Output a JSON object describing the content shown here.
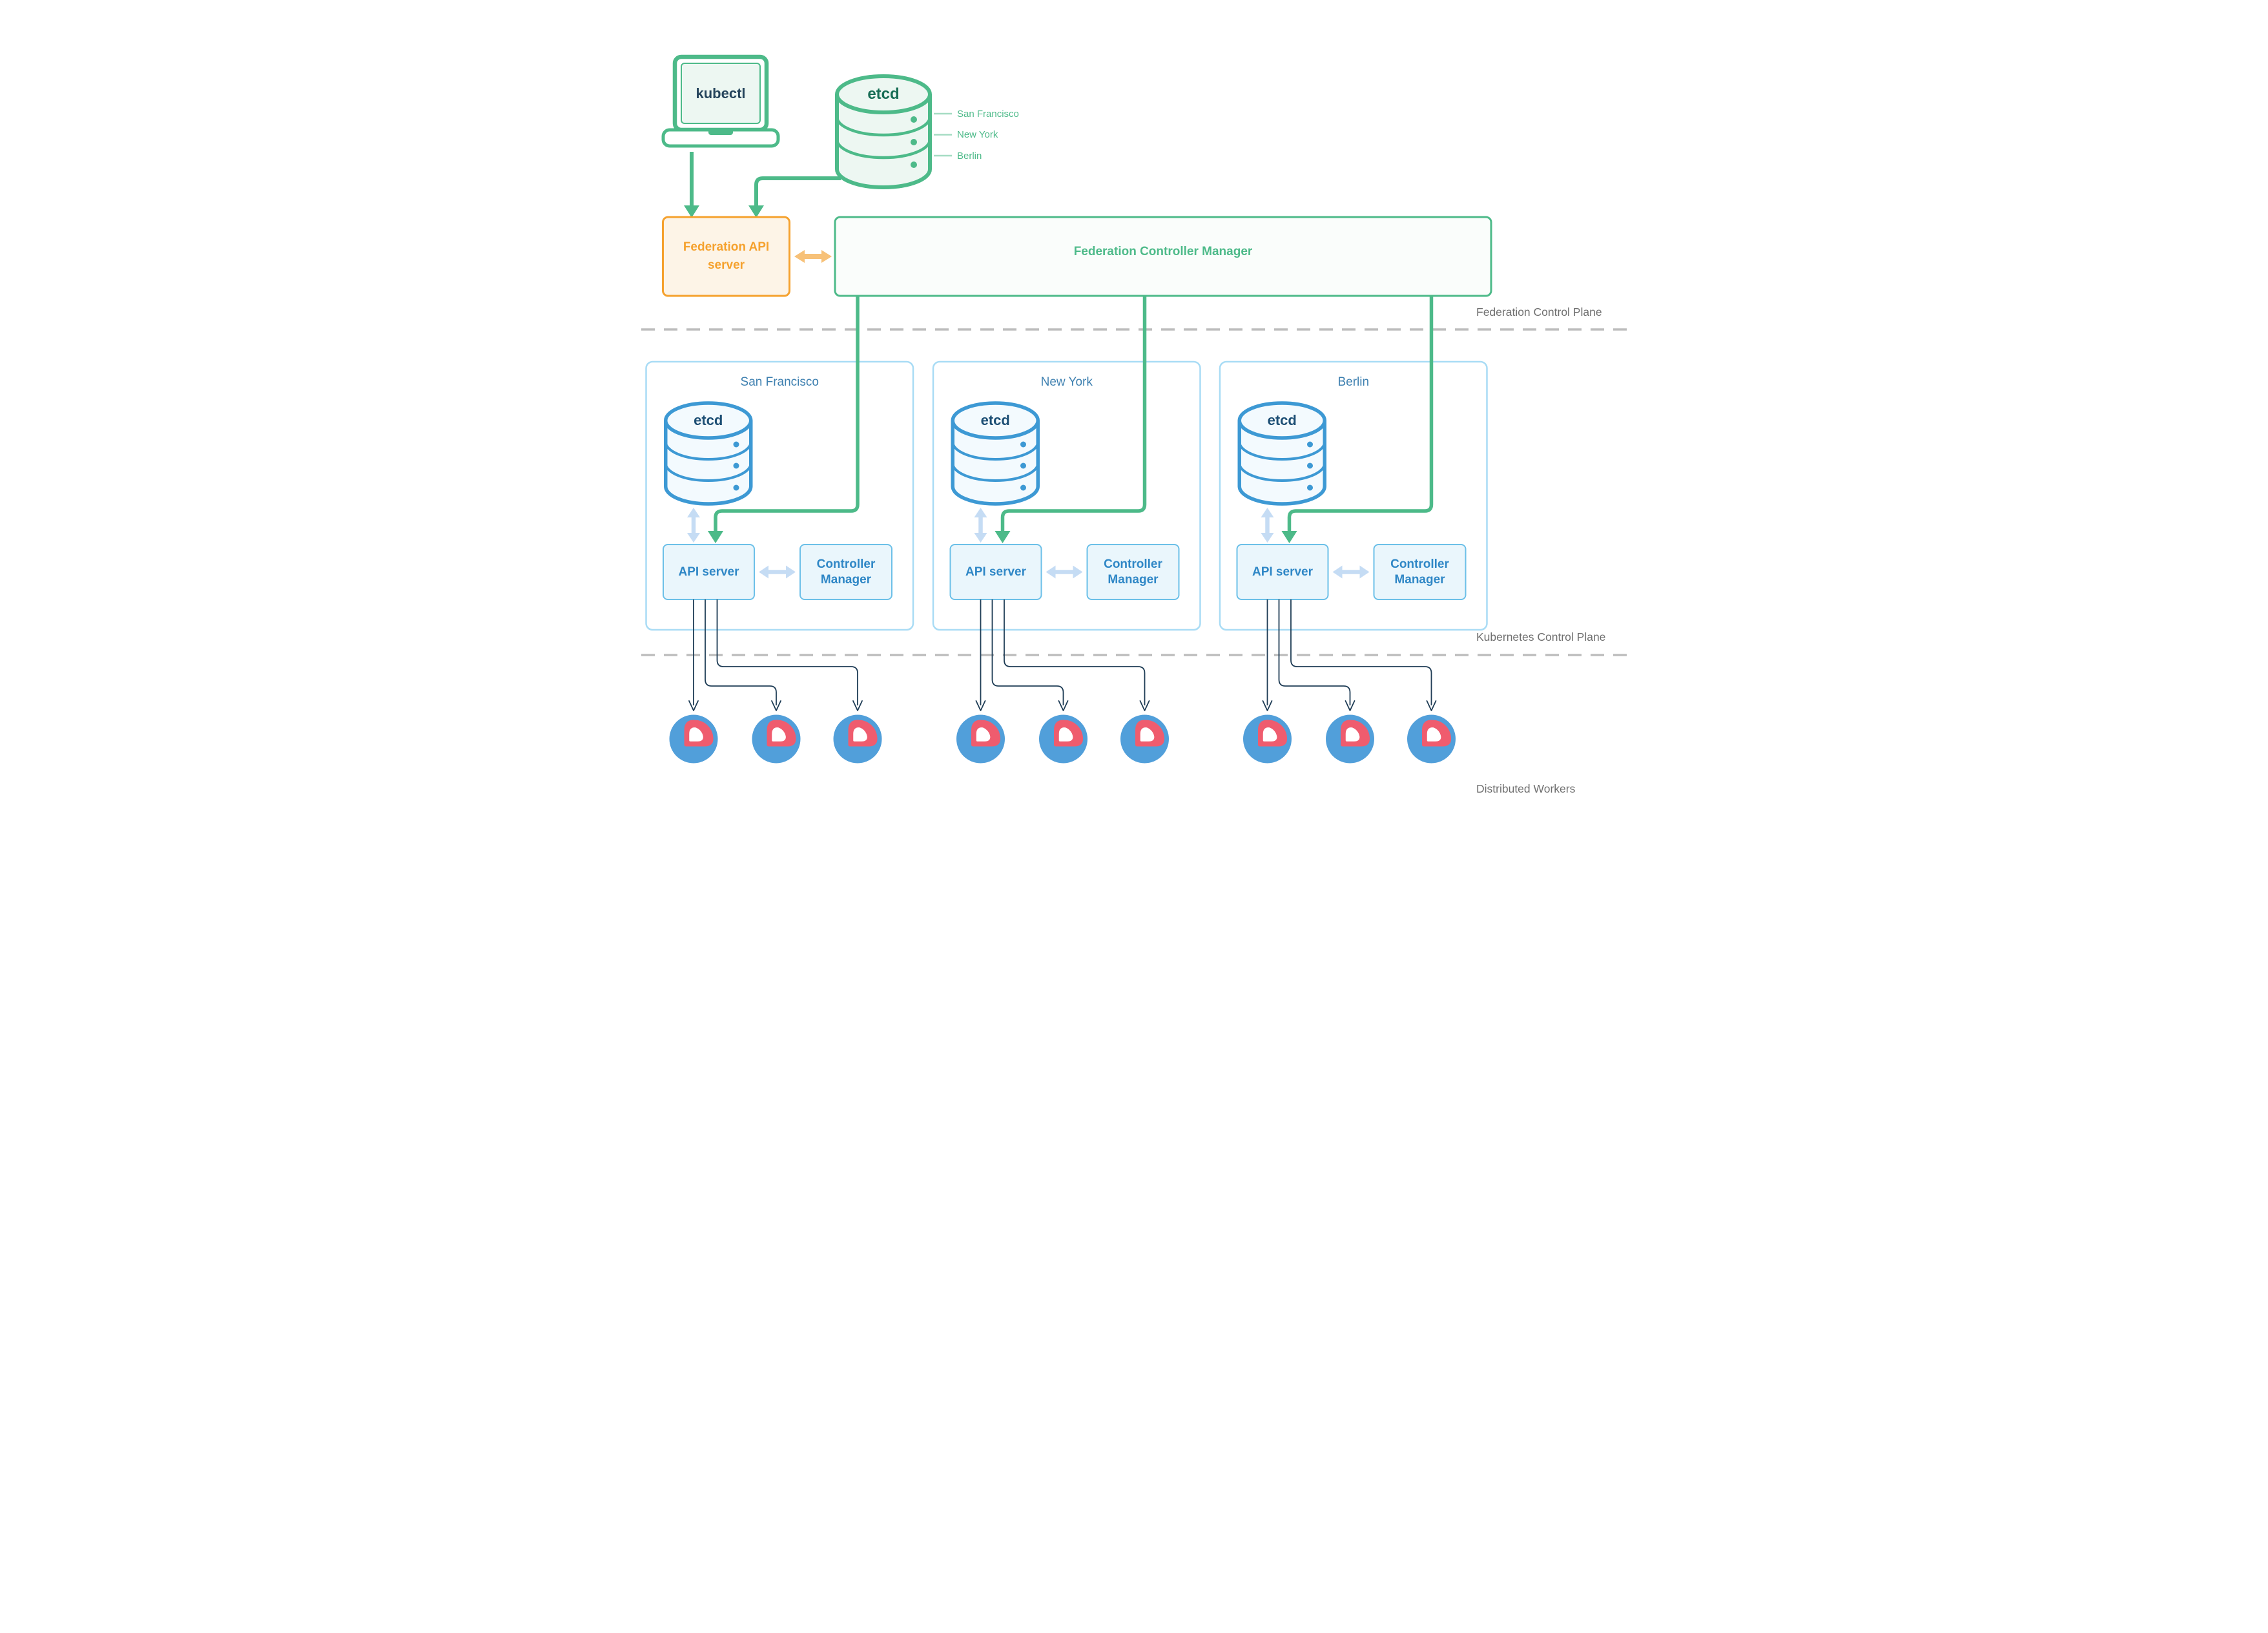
{
  "palette": {
    "green": "#4DBA89",
    "green_fill": "#EDF7F2",
    "green_box_fill": "#FAFDFB",
    "green_dark_text": "#166C54",
    "green_tick": "#A5DCC3",
    "orange": "#F5A12D",
    "orange_fill": "#FDF4E7",
    "orange_arrow": "#F7C178",
    "cluster_border": "#A9DCF5",
    "cluster_title_blue": "#3E80B0",
    "cylinder_blue": "#3D99D4",
    "cylinder_fill": "#F3FAFE",
    "etcd_navy_text": "#1C4E74",
    "inner_box_fill": "#EAF6FC",
    "inner_box_border": "#6CC0E8",
    "inner_box_text": "#2F87C6",
    "pale_arrow_blue": "#C5DCF4",
    "navy_line": "#1E3C55",
    "worker_blue": "#519FDA",
    "worker_red": "#EF5C6E",
    "dashed_gray": "#BDBDBD",
    "label_gray": "#6F6F6F"
  },
  "kubectl": {
    "label": "kubectl"
  },
  "federation_etcd": {
    "label": "etcd",
    "replicas": [
      "San Francisco",
      "New York",
      "Berlin"
    ]
  },
  "federation_api_server": {
    "label": "Federation API server"
  },
  "federation_controller_manager": {
    "label": "Federation Controller Manager"
  },
  "plane_labels": {
    "federation": "Federation Control Plane",
    "kubernetes": "Kubernetes Control Plane",
    "workers": "Distributed Workers"
  },
  "clusters": [
    {
      "name": "San Francisco",
      "etcd_label": "etcd",
      "api_server_label": "API server",
      "controller_manager_label": "Controller Manager",
      "worker_count": 3
    },
    {
      "name": "New York",
      "etcd_label": "etcd",
      "api_server_label": "API server",
      "controller_manager_label": "Controller Manager",
      "worker_count": 3
    },
    {
      "name": "Berlin",
      "etcd_label": "etcd",
      "api_server_label": "API server",
      "controller_manager_label": "Controller Manager",
      "worker_count": 3
    }
  ]
}
